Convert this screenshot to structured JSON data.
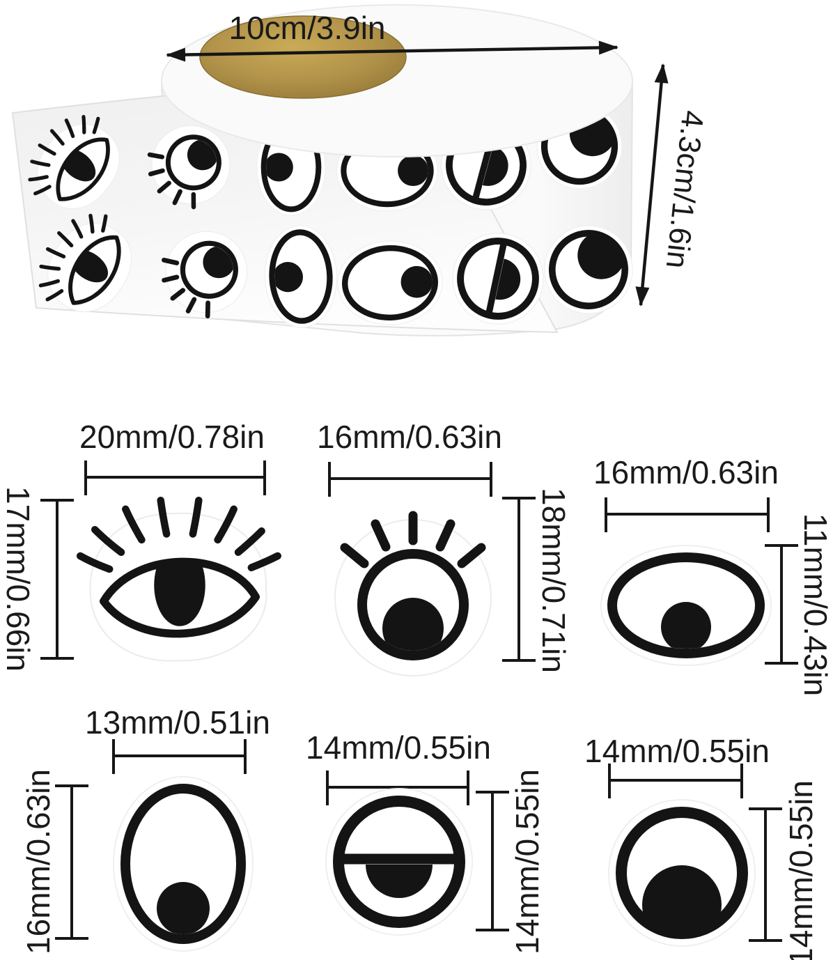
{
  "illustration": {
    "roll_diameter_label": "10cm/3.9in",
    "roll_width_label": "4.3cm/1.6in",
    "roll_core_icon": "gold-roll-core",
    "sheet_icon": "sticker-sheet"
  },
  "diagrams": [
    {
      "icon": "lash-almond-eye-icon",
      "width_label": "20mm/0.78in",
      "height_label": "17mm/0.66in"
    },
    {
      "icon": "lash-round-eye-icon",
      "width_label": "16mm/0.63in",
      "height_label": "18mm/0.71in"
    },
    {
      "icon": "wide-oval-eye-icon",
      "width_label": "16mm/0.63in",
      "height_label": "11mm/0.43in"
    },
    {
      "icon": "tall-oval-eye-icon",
      "width_label": "13mm/0.51in",
      "height_label": "16mm/0.63in"
    },
    {
      "icon": "half-lid-eye-icon",
      "width_label": "14mm/0.55in",
      "height_label": "14mm/0.55in"
    },
    {
      "icon": "crescent-pupil-eye-icon",
      "width_label": "14mm/0.55in",
      "height_label": "14mm/0.55in"
    }
  ],
  "colors": {
    "ink": "#161616",
    "eye_black": "#141414",
    "core_gold": "#b2924a",
    "sheet_gray": "#f3f3f3",
    "background": "#ffffff"
  }
}
